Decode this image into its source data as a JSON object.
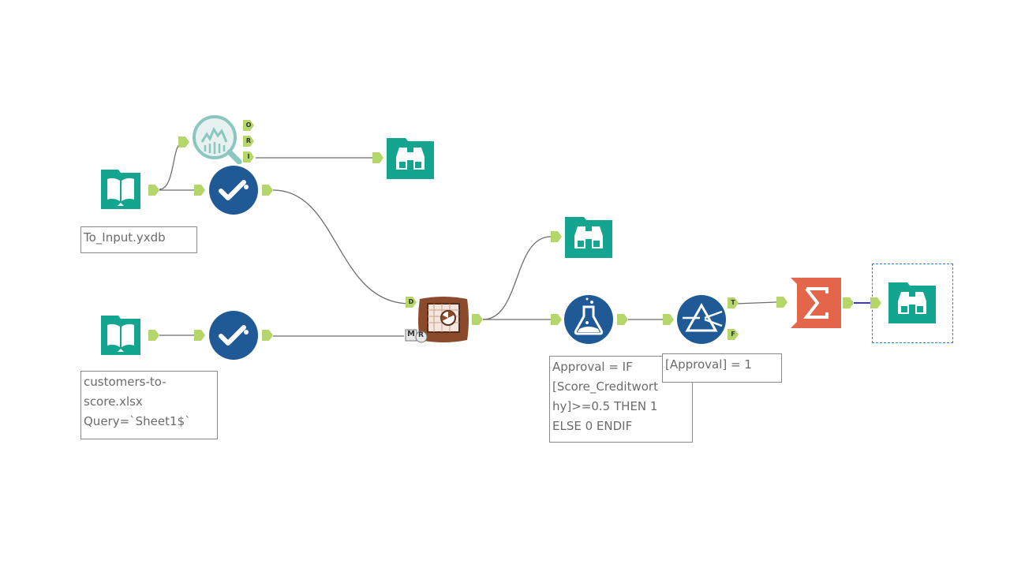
{
  "annotations": {
    "input1": "To_Input.yxdb",
    "input2": "customers-to-\nscore.xlsx\nQuery=`Sheet1$`",
    "formula": "Approval = IF\n[Score_Creditwort\nhy]>=0.5 THEN 1\nELSE 0 ENDIF",
    "filter": "[Approval] = 1"
  },
  "anchors": {
    "o": "O",
    "r": "R",
    "i": "I",
    "d": "D",
    "m": "M",
    "r2": "R",
    "t": "T",
    "f": "F"
  },
  "colors": {
    "input_teal": "#14a591",
    "select_blue": "#1f5a96",
    "browse_teal": "#14a591",
    "score_brown": "#8b4a2b",
    "formula_blue": "#1f5a96",
    "filter_blue": "#1f5a96",
    "summarize_orange": "#e4664a",
    "anchor_green": "#b5d66b",
    "wire": "#6e6e6e",
    "selected_wire": "#3a3ad0"
  },
  "icons": {
    "input": "book-icon",
    "select": "checkmark-icon",
    "browse": "binoculars-icon",
    "browse_report": "magnifier-chart-icon",
    "score": "score-model-icon",
    "formula": "flask-icon",
    "filter": "prism-icon",
    "summarize": "sigma-icon"
  }
}
